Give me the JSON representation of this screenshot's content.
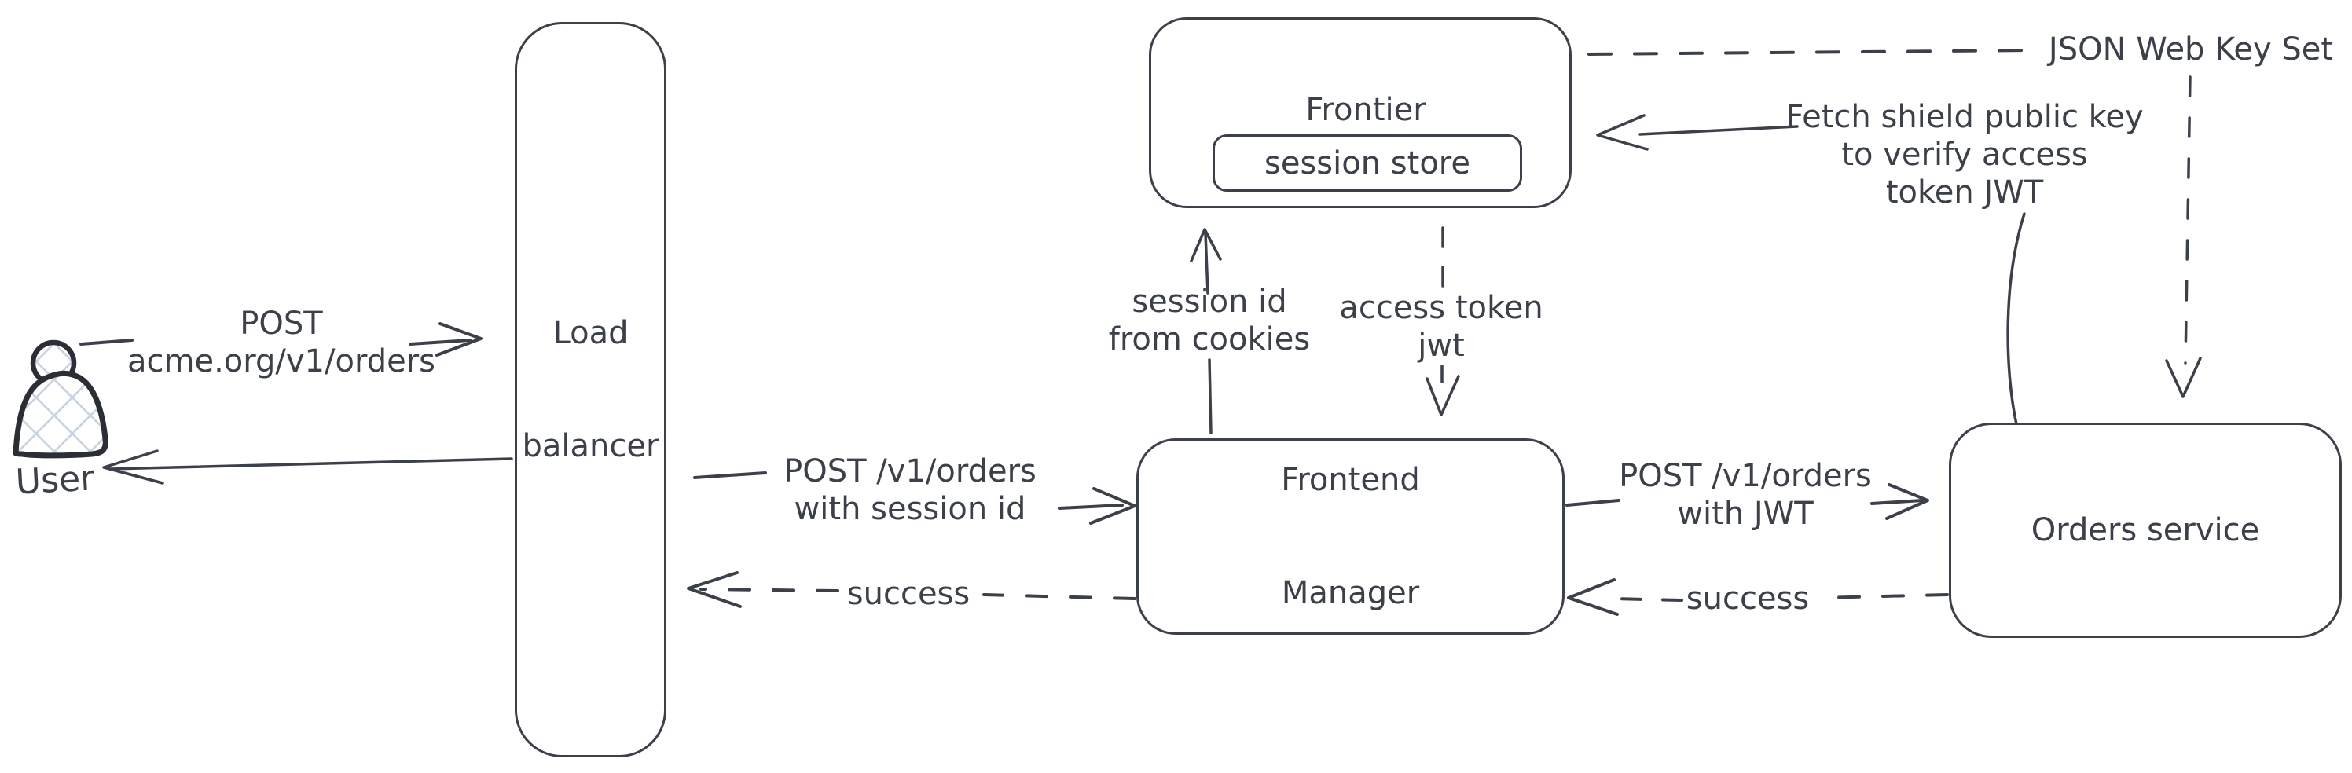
{
  "diagram": {
    "title": "JWT / session auth flow diagram",
    "colors": {
      "background": "#ffffff",
      "stroke": "#3b4049",
      "user_outline": "#2b2e34",
      "crosshatch": "#c9d3de"
    },
    "nodes": {
      "user": {
        "label": "User"
      },
      "load_balancer": {
        "label_lines": [
          "Load",
          "balancer"
        ]
      },
      "frontier": {
        "label": "Frontier",
        "session_store": {
          "label": "session store"
        }
      },
      "frontend_manager": {
        "label_lines": [
          "Frontend",
          "Manager"
        ]
      },
      "orders_service": {
        "label": "Orders service"
      }
    },
    "edges": {
      "user_to_load_balancer": {
        "style": "solid",
        "label_lines": [
          "POST",
          "acme.org/v1/orders"
        ]
      },
      "load_balancer_to_user": {
        "style": "solid",
        "label": ""
      },
      "load_balancer_to_frontend_manager": {
        "style": "solid",
        "label_lines": [
          "POST /v1/orders",
          "with session id"
        ]
      },
      "frontend_manager_to_frontier": {
        "style": "solid",
        "label_lines": [
          "session id",
          "from cookies"
        ]
      },
      "frontier_to_frontend_manager": {
        "style": "dashed",
        "label_lines": [
          "access token",
          "jwt"
        ]
      },
      "frontend_manager_to_orders_service": {
        "style": "solid",
        "label_lines": [
          "POST /v1/orders",
          "with JWT"
        ]
      },
      "orders_service_to_frontend_manager_success": {
        "style": "dashed",
        "label": "success"
      },
      "frontend_manager_to_load_balancer_success": {
        "style": "dashed",
        "label": "success"
      },
      "orders_service_to_frontier_fetch": {
        "style": "solid",
        "label_lines": [
          "Fetch shield public key",
          "to verify access",
          "token JWT"
        ]
      },
      "frontier_to_jwks": {
        "style": "dashed",
        "label": "JSON Web Key Set"
      },
      "jwks_to_orders_service": {
        "style": "dashed",
        "label": ""
      }
    }
  }
}
